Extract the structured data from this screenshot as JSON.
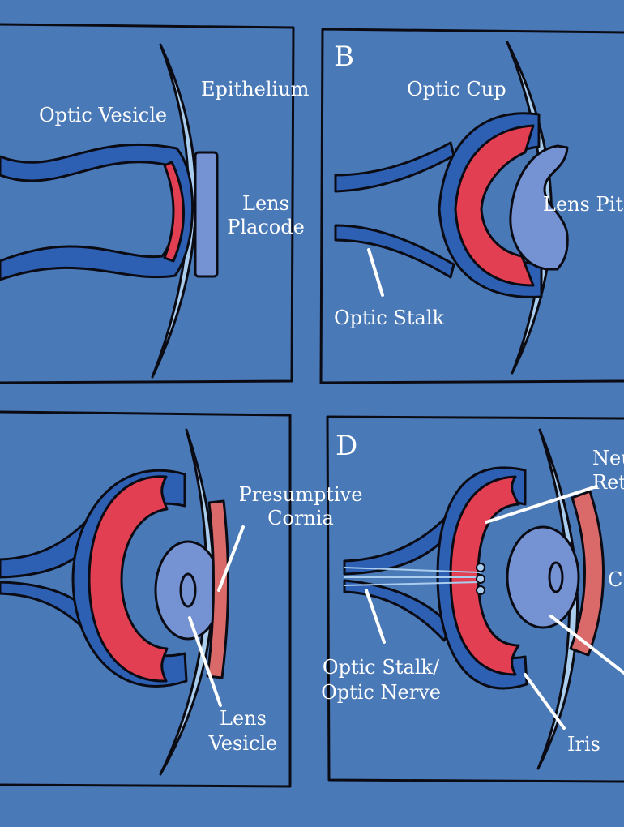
{
  "panels": {
    "a": {
      "labels": {
        "optic_vesicle": "Optic Vesicle",
        "epithelium": "Epithelium",
        "lens_placode_1": "Lens",
        "lens_placode_2": "Placode"
      }
    },
    "b": {
      "letter": "B",
      "labels": {
        "optic_cup": "Optic Cup",
        "lens_pit": "Lens Pit",
        "optic_stalk": "Optic Stalk"
      }
    },
    "c": {
      "labels": {
        "presumptive_cornia_1": "Presumptive",
        "presumptive_cornia_2": "Cornia",
        "lens_vesicle_1": "Lens",
        "lens_vesicle_2": "Vesicle"
      }
    },
    "d": {
      "letter": "D",
      "labels": {
        "neural_retina_1": "Neu",
        "neural_retina_2": "Ret",
        "cornea_partial": "C",
        "optic_nerve_1": "Optic Stalk/",
        "optic_nerve_2": "Optic Nerve",
        "iris": "Iris"
      }
    }
  },
  "colors": {
    "background": "#4a79b8",
    "dark_blue_tissue": "#2d5fb3",
    "red_retina": "#e23f52",
    "light_blue_lens": "#7592d2",
    "epithelium_light": "#aacdee",
    "cornea_salmon": "#da6a6a",
    "outline": "#0b0b14"
  }
}
